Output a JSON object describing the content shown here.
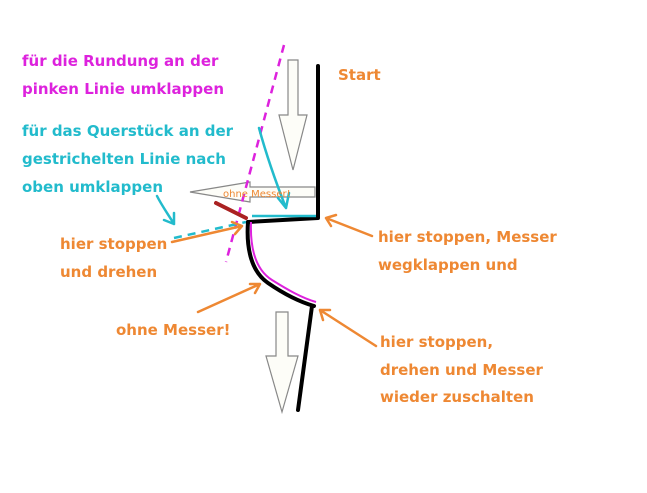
{
  "colors": {
    "pink": "#dd22dd",
    "cyan": "#22bbcc",
    "orange": "#ee8833",
    "black": "#000000",
    "darkred": "#aa2222",
    "arrow_fill": "#fdfdf8",
    "arrow_stroke": "#888888"
  },
  "labels": {
    "pink_line_1": "für die Rundung an der",
    "pink_line_2": "pinken Linie umklappen",
    "cyan_line_1": "für das Querstück an der",
    "cyan_line_2": "gestrichelten Linie nach",
    "cyan_line_3": "oben umklappen",
    "start": "Start",
    "no_knife_small": "ohne Messer!",
    "stop_turn_1": "hier stoppen",
    "stop_turn_2": "und drehen",
    "stop_knife_away_1": "hier stoppen, Messer",
    "stop_knife_away_2": "wegklappen und",
    "no_knife": "ohne Messer!",
    "stop_again_1": "hier stoppen,",
    "stop_again_2": "drehen und Messer",
    "stop_again_3": "wieder zuschalten"
  }
}
